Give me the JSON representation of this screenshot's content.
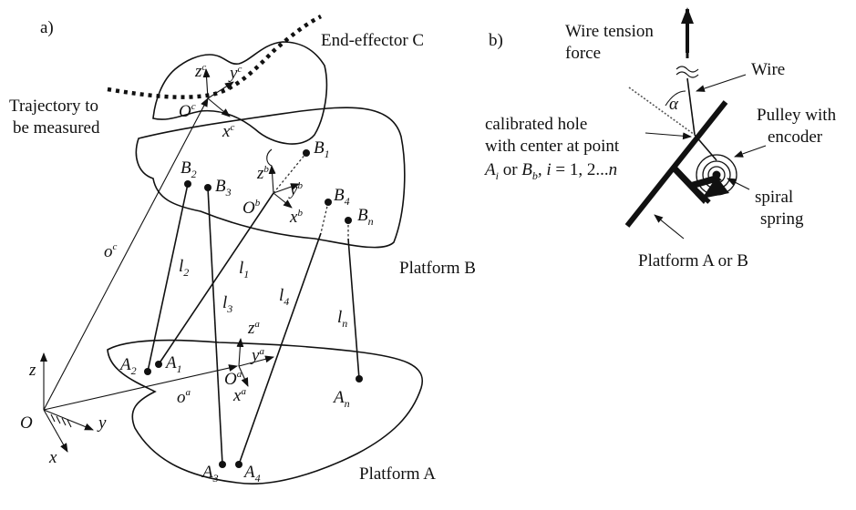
{
  "panel_a": {
    "label": "a)",
    "end_effector": "End-effector C",
    "trajectory_line1": "Trajectory to",
    "trajectory_line2": "be measured",
    "platform_b": "Platform B",
    "platform_a": "Platform A",
    "world_frame": {
      "origin": "O",
      "z": "z",
      "y": "y",
      "x": "x"
    },
    "frame_c": {
      "origin": "O",
      "origin_sup": "c",
      "z": "z",
      "y": "y",
      "x": "x",
      "sup": "c"
    },
    "frame_b": {
      "origin": "O",
      "origin_sup": "b",
      "z": "z",
      "y": "y",
      "x": "x",
      "sup": "b"
    },
    "frame_a": {
      "origin": "O",
      "origin_sup": "a",
      "z": "z",
      "y": "y",
      "x": "x",
      "sup": "a"
    },
    "vector_c": {
      "base": "o",
      "sup": "c"
    },
    "vector_a": {
      "base": "o",
      "sup": "a"
    },
    "b_points": [
      {
        "base": "B",
        "sub": "1"
      },
      {
        "base": "B",
        "sub": "2"
      },
      {
        "base": "B",
        "sub": "3"
      },
      {
        "base": "B",
        "sub": "4"
      },
      {
        "base": "B",
        "sub": "n"
      }
    ],
    "a_points": [
      {
        "base": "A",
        "sub": "1"
      },
      {
        "base": "A",
        "sub": "2"
      },
      {
        "base": "A",
        "sub": "3"
      },
      {
        "base": "A",
        "sub": "4"
      },
      {
        "base": "A",
        "sub": "n"
      }
    ],
    "wires": [
      {
        "base": "l",
        "sub": "1"
      },
      {
        "base": "l",
        "sub": "2"
      },
      {
        "base": "l",
        "sub": "3"
      },
      {
        "base": "l",
        "sub": "4"
      },
      {
        "base": "l",
        "sub": "n"
      }
    ]
  },
  "panel_b": {
    "label": "b)",
    "tension_line1": "Wire tension",
    "tension_line2": "force",
    "wire": "Wire",
    "alpha": "α",
    "pulley_line1": "Pulley with",
    "pulley_line2": "encoder",
    "hole_line1": "calibrated hole",
    "hole_line2": "with center at point",
    "hole_line3_a": "A",
    "hole_line3_a_sub": "i",
    "hole_line3_or": " or ",
    "hole_line3_b": "B",
    "hole_line3_b_sub": "b",
    "hole_line3_i": ", i",
    "hole_line3_rest": " = 1, 2...",
    "hole_line3_n": "n",
    "spring_line1": "spiral",
    "spring_line2": "spring",
    "platform": "Platform A or B"
  }
}
